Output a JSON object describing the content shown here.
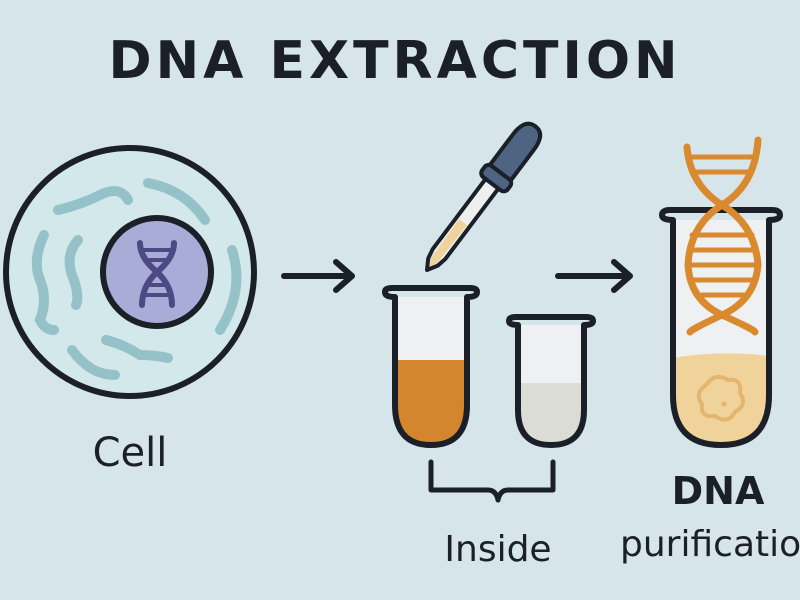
{
  "title": "DNA EXTRACTION",
  "labels": {
    "cell": "Cell",
    "inside": "Inside",
    "dna": "DNA",
    "purification": "purification"
  },
  "colors": {
    "background": "#d5e5ea",
    "outline": "#1b1f27",
    "cytoplasm_strands": "#95c2c8",
    "nucleus": "#a9acd6",
    "nucleus_dna": "#4b4a85",
    "orange_liquid": "#d4862e",
    "dna_helix": "#d98a2e",
    "dropper_bulb": "#4f6482",
    "pale_liquid": "#f0d39a",
    "gray_liquid": "#dcdcd6"
  },
  "icons": [
    "cell-icon",
    "arrow-right-icon",
    "dropper-icon",
    "test-tube-icon",
    "bracket-icon",
    "dna-helix-icon"
  ]
}
